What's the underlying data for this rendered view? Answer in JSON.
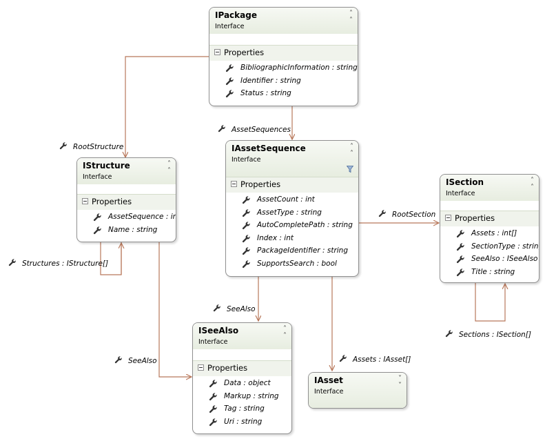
{
  "classes": {
    "ipackage": {
      "name": "IPackage",
      "stereotype": "Interface",
      "section": "Properties",
      "props": [
        "BibliographicInformation : string",
        "Identifier : string",
        "Status : string"
      ]
    },
    "iassetsequence": {
      "name": "IAssetSequence",
      "stereotype": "Interface",
      "section": "Properties",
      "props": [
        "AssetCount : int",
        "AssetType : string",
        "AutoCompletePath : string",
        "Index : int",
        "PackageIdentifier : string",
        "SupportsSearch : bool"
      ]
    },
    "istructure": {
      "name": "IStructure",
      "stereotype": "Interface",
      "section": "Properties",
      "props": [
        "AssetSequence : int?",
        "Name : string"
      ]
    },
    "isection": {
      "name": "ISection",
      "stereotype": "Interface",
      "section": "Properties",
      "props": [
        "Assets : int[]",
        "SectionType : string",
        "SeeAlso : ISeeAlso",
        "Title : string"
      ]
    },
    "iseealso": {
      "name": "ISeeAlso",
      "stereotype": "Interface",
      "section": "Properties",
      "props": [
        "Data : object",
        "Markup : string",
        "Tag : string",
        "Uri : string"
      ]
    },
    "iasset": {
      "name": "IAsset",
      "stereotype": "Interface"
    }
  },
  "edge_labels": {
    "asset_sequences": "AssetSequences",
    "root_structure": "RootStructure",
    "root_section": "RootSection",
    "structures": "Structures : IStructure[]",
    "see_also_1": "SeeAlso",
    "see_also_2": "SeeAlso",
    "assets": "Assets : IAsset[]",
    "sections": "Sections : ISection[]"
  },
  "colors": {
    "connector": "#b8775a",
    "border": "#8f8f8f",
    "header": "#e7ede0"
  },
  "icons": {
    "collapse": "double-chevron-up-icon",
    "expand": "double-chevron-down-icon",
    "member": "wrench-icon",
    "filter": "filter-icon"
  }
}
